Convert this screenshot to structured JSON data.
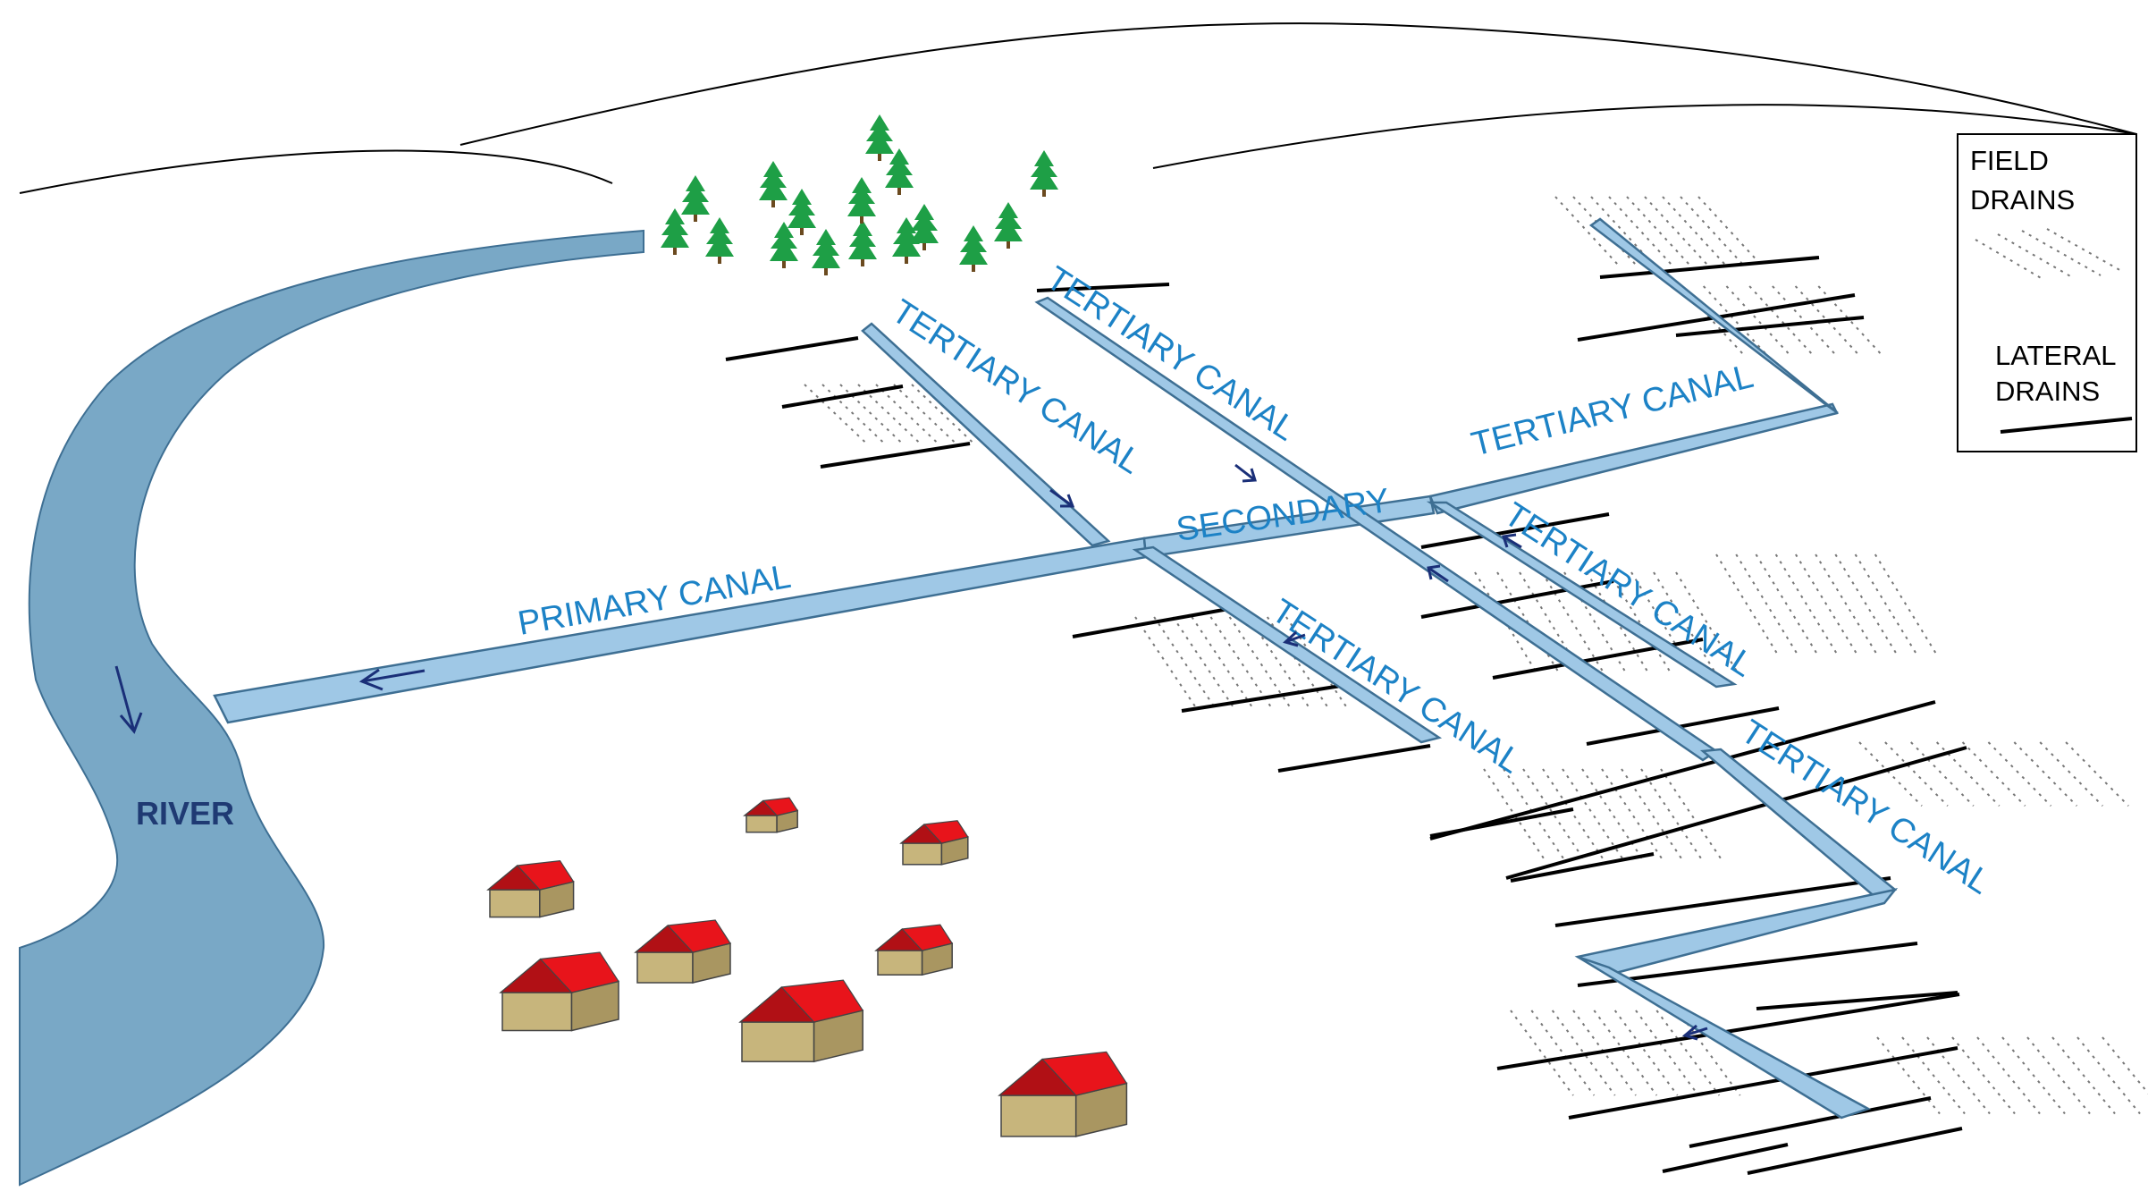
{
  "colors": {
    "river_fill": "#79A8C6",
    "canal_fill": "#9FC8E6",
    "canal_edge": "#3E6F93",
    "label_blue": "#1C82C6",
    "river_label": "#1F3A73",
    "arrow": "#1A2F78",
    "tree": "#1E9F46",
    "roof": "#E8141B",
    "roof_shade": "#B11015",
    "wall_front": "#C7B57C",
    "wall_side": "#A99661",
    "lateral_drain": "#000000",
    "field_drain": "#777777"
  },
  "labels": {
    "river": "RIVER",
    "primary": "PRIMARY CANAL",
    "secondary": "SECONDARY",
    "tertiary_1": "TERTIARY CANAL",
    "tertiary_2": "TERTIARY CANAL",
    "tertiary_3": "TERTIARY CANAL",
    "tertiary_4": "TERTIARY CANAL",
    "tertiary_5": "TERTIARY CANAL",
    "tertiary_6": "TERTIARY CANAL"
  },
  "legend": {
    "field_line1": "FIELD",
    "field_line2": "DRAINS",
    "lateral_line1": "LATERAL",
    "lateral_line2": "DRAINS"
  },
  "icons": {
    "tree": "pine-tree-icon",
    "house": "house-icon",
    "flow_arrow": "flow-arrow-icon"
  }
}
